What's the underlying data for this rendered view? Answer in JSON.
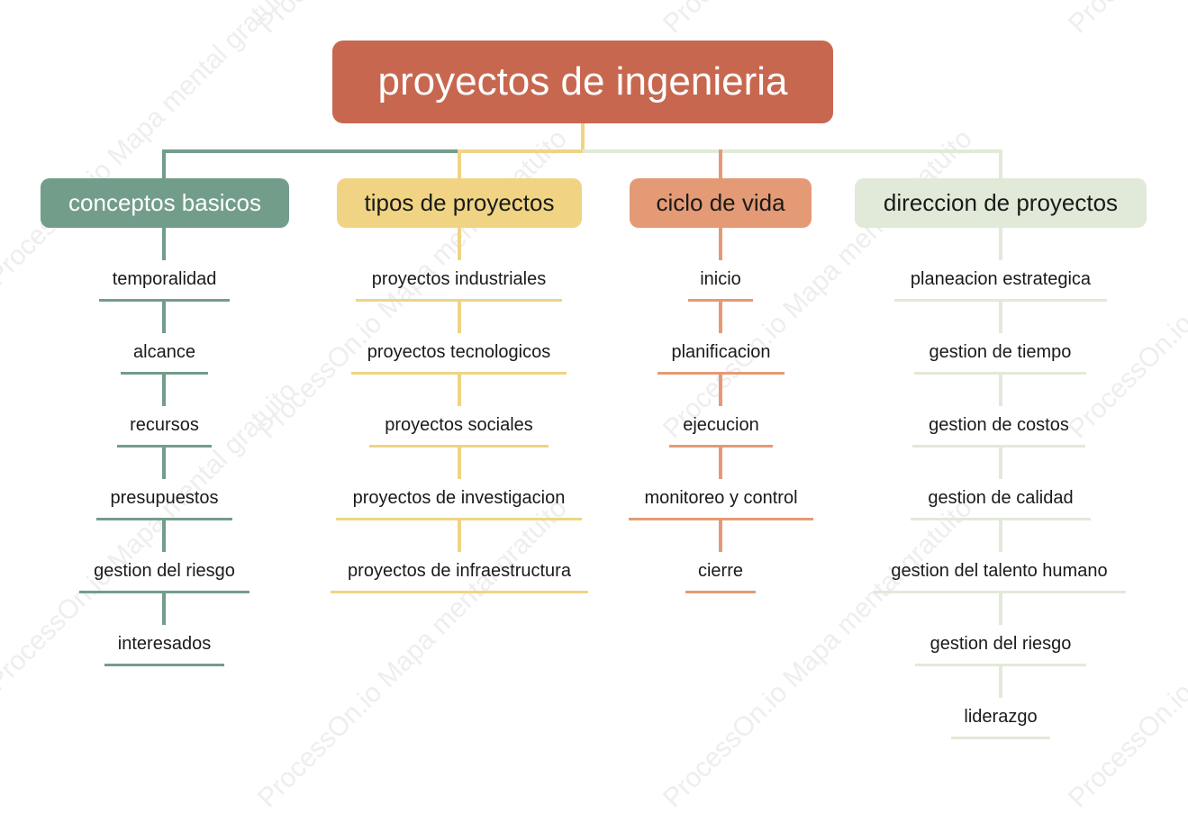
{
  "watermark": "ProcessOn.io Mapa mental gratuito",
  "root": {
    "label": "proyectos de ingenieria",
    "color": "#c8674f"
  },
  "branches": [
    {
      "label": "conceptos basicos",
      "color": "#739d8b",
      "text_color": "#ffffff",
      "items": [
        "temporalidad",
        "alcance",
        "recursos",
        "presupuestos",
        "gestion del riesgo",
        "interesados"
      ]
    },
    {
      "label": "tipos de proyectos",
      "color": "#f0d484",
      "text_color": "#1a1a1a",
      "items": [
        "proyectos industriales",
        "proyectos tecnologicos",
        "proyectos sociales",
        "proyectos de investigacion",
        "proyectos de infraestructura"
      ]
    },
    {
      "label": "ciclo de vida",
      "color": "#e49a74",
      "text_color": "#1a1a1a",
      "items": [
        "inicio",
        "planificacion",
        "ejecucion",
        "monitoreo y control",
        "cierre"
      ]
    },
    {
      "label": "direccion de proyectos",
      "color": "#e1ead8",
      "text_color": "#1a1a1a",
      "items": [
        "planeacion estrategica",
        "gestion de tiempo",
        "gestion de costos",
        "gestion de calidad",
        "gestion del talento humano",
        "gestion del riesgo",
        "liderazgo"
      ]
    }
  ]
}
